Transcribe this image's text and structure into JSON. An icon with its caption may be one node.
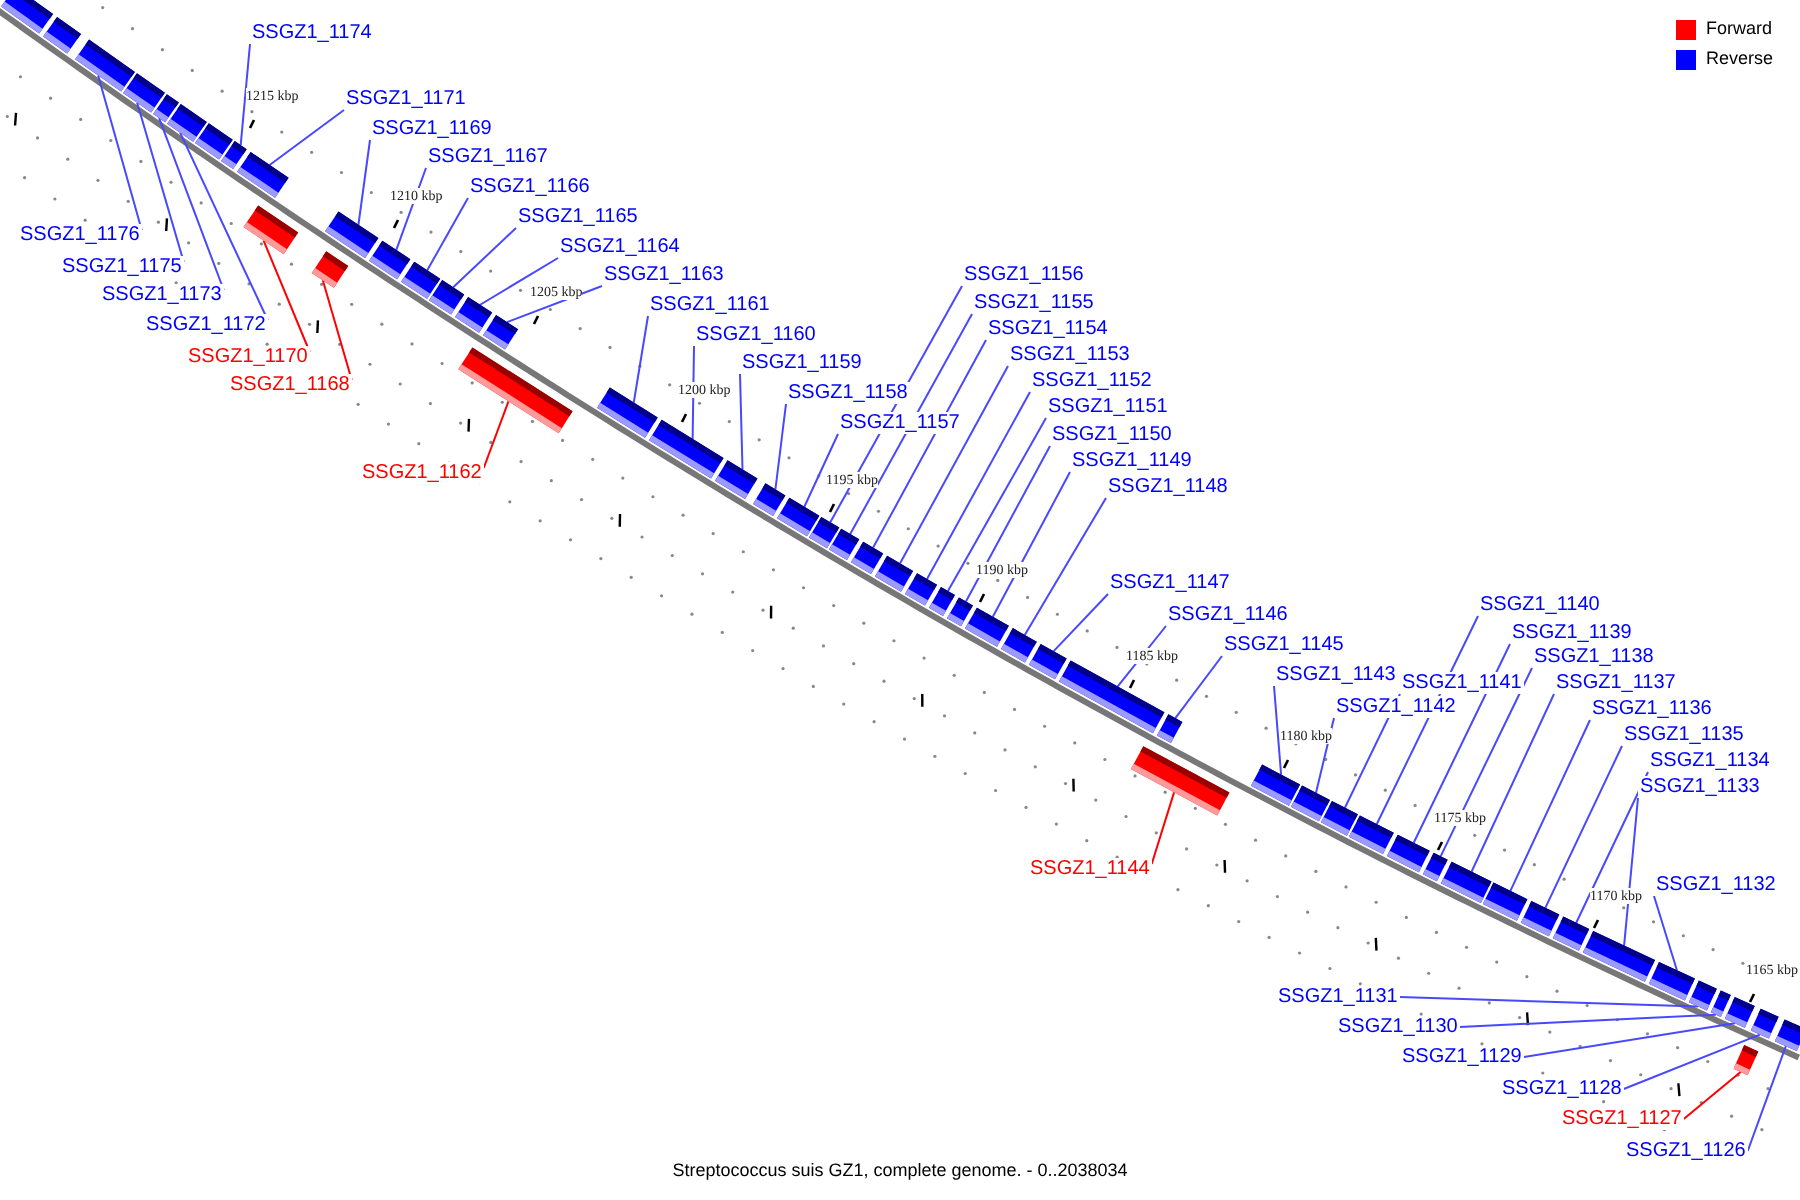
{
  "diagram": {
    "caption": "Streptococcus suis GZ1, complete genome. - 0..2038034",
    "nodes": [
      {
        "text": [
          "SSGZ1_1176"
        ]
      },
      {
        "text": [
          "SSGZ1_1175"
        ]
      },
      {
        "text": [
          "SSGZ1_1174"
        ]
      },
      {
        "text": [
          "SSGZ1_1173"
        ]
      },
      {
        "text": [
          "SSGZ1_1172"
        ]
      },
      {
        "text": [
          "SSGZ1_1171"
        ]
      },
      {
        "text": [
          "SSGZ1_1170"
        ]
      },
      {
        "text": [
          "SSGZ1_1169"
        ]
      },
      {
        "text": [
          "SSGZ1_1168"
        ]
      },
      {
        "text": [
          "SSGZ1_1167"
        ]
      },
      {
        "text": [
          "SSGZ1_1166"
        ]
      },
      {
        "text": [
          "SSGZ1_1165"
        ]
      },
      {
        "text": [
          "SSGZ1_1164"
        ]
      },
      {
        "text": [
          "SSGZ1_1163"
        ]
      },
      {
        "text": [
          "SSGZ1_1162"
        ]
      },
      {
        "text": [
          "SSGZ1_1161"
        ]
      },
      {
        "text": [
          "SSGZ1_1160"
        ]
      },
      {
        "text": [
          "SSGZ1_1159"
        ]
      },
      {
        "text": [
          "SSGZ1_1158"
        ]
      },
      {
        "text": [
          "SSGZ1_1157"
        ]
      },
      {
        "text": [
          "SSGZ1_1156"
        ]
      },
      {
        "text": [
          "SSGZ1_1155"
        ]
      },
      {
        "text": [
          "SSGZ1_1154"
        ]
      },
      {
        "text": [
          "SSGZ1_1153"
        ]
      },
      {
        "text": [
          "SSGZ1_1152"
        ]
      },
      {
        "text": [
          "SSGZ1_1151"
        ]
      },
      {
        "text": [
          "SSGZ1_1150"
        ]
      },
      {
        "text": [
          "SSGZ1_1149"
        ]
      },
      {
        "text": [
          "SSGZ1_1148"
        ]
      },
      {
        "text": [
          "SSGZ1_1147"
        ]
      },
      {
        "text": [
          "SSGZ1_1146"
        ]
      },
      {
        "text": [
          "SSGZ1_1145"
        ]
      },
      {
        "text": [
          "SSGZ1_1144"
        ]
      },
      {
        "text": [
          "SSGZ1_1143"
        ]
      },
      {
        "text": [
          "SSGZ1_1142"
        ]
      },
      {
        "text": [
          "SSGZ1_1141"
        ]
      },
      {
        "text": [
          "SSGZ1_1140"
        ]
      },
      {
        "text": [
          "SSGZ1_1139"
        ]
      },
      {
        "text": [
          "SSGZ1_1138"
        ]
      },
      {
        "text": [
          "SSGZ1_1137"
        ]
      },
      {
        "text": [
          "SSGZ1_1136"
        ]
      },
      {
        "text": [
          "SSGZ1_1135"
        ]
      },
      {
        "text": [
          "SSGZ1_1134"
        ]
      },
      {
        "text": [
          "SSGZ1_1133"
        ]
      },
      {
        "text": [
          "SSGZ1_1132"
        ]
      },
      {
        "text": [
          "SSGZ1_1131"
        ]
      },
      {
        "text": [
          "SSGZ1_1130"
        ]
      },
      {
        "text": [
          "SSGZ1_1129"
        ]
      },
      {
        "text": [
          "SSGZ1_1128"
        ]
      },
      {
        "text": [
          "SSGZ1_1127"
        ]
      },
      {
        "text": [
          "SSGZ1_1126"
        ]
      },
      {
        "text": [],
        "shape": "bar"
      },
      {
        "text": [],
        "shape": "bar"
      },
      {
        "text": [],
        "shape": "bar"
      },
      {
        "text": [],
        "shape": "bar"
      },
      {
        "text": [],
        "shape": "bar"
      },
      {
        "text": [],
        "shape": "bar"
      },
      {
        "text": [],
        "shape": "bar"
      },
      {
        "text": [],
        "shape": "bar"
      },
      {
        "text": [],
        "shape": "bar"
      },
      {
        "text": [],
        "shape": "bar"
      },
      {
        "text": [],
        "shape": "bar"
      },
      {
        "text": [],
        "shape": "bar"
      },
      {
        "text": [],
        "shape": "bar"
      },
      {
        "text": [],
        "shape": "bar"
      },
      {
        "text": [],
        "shape": "bar"
      },
      {
        "text": [],
        "shape": "bar"
      },
      {
        "text": [],
        "shape": "bar"
      },
      {
        "text": [],
        "shape": "bar"
      },
      {
        "text": [],
        "shape": "bar"
      },
      {
        "text": [],
        "shape": "bar"
      },
      {
        "text": [],
        "shape": "bar"
      },
      {
        "text": [],
        "shape": "bar"
      },
      {
        "text": [],
        "shape": "bar"
      },
      {
        "text": [],
        "shape": "bar"
      },
      {
        "text": [],
        "shape": "bar"
      },
      {
        "text": [],
        "shape": "bar"
      },
      {
        "text": [],
        "shape": "bar"
      },
      {
        "text": [],
        "shape": "bar"
      },
      {
        "text": [],
        "shape": "bar"
      },
      {
        "text": [],
        "shape": "bar"
      },
      {
        "text": [],
        "shape": "bar"
      },
      {
        "text": [],
        "shape": "bar"
      },
      {
        "text": [],
        "shape": "bar"
      },
      {
        "text": [],
        "shape": "bar"
      },
      {
        "text": [],
        "shape": "bar"
      },
      {
        "text": [],
        "shape": "bar"
      },
      {
        "text": [],
        "shape": "bar"
      },
      {
        "text": [],
        "shape": "bar"
      },
      {
        "text": [],
        "shape": "bar"
      },
      {
        "text": [],
        "shape": "bar"
      },
      {
        "text": [],
        "shape": "bar"
      },
      {
        "text": [],
        "shape": "bar"
      },
      {
        "text": [],
        "shape": "bar"
      },
      {
        "text": [],
        "shape": "bar"
      },
      {
        "text": [],
        "shape": "bar"
      },
      {
        "text": [],
        "shape": "bar"
      },
      {
        "text": [],
        "shape": "bar"
      },
      {
        "text": [],
        "shape": "bar"
      },
      {
        "text": [],
        "shape": "bar"
      },
      {
        "text": [],
        "shape": "bar"
      },
      {
        "text": [],
        "shape": "bar"
      },
      {
        "text": [],
        "shape": "bar"
      },
      {
        "text": [],
        "shape": "bar"
      },
      {
        "text": [],
        "shape": "bar"
      }
    ],
    "edges": [
      {
        "from": 0,
        "to": 53,
        "arrow": "none"
      },
      {
        "from": 1,
        "to": 54,
        "arrow": "none"
      },
      {
        "from": 2,
        "to": 58,
        "arrow": "none"
      },
      {
        "from": 3,
        "to": 55,
        "arrow": "none"
      },
      {
        "from": 4,
        "to": 56,
        "arrow": "none"
      },
      {
        "from": 5,
        "to": 59,
        "arrow": "none"
      },
      {
        "from": 6,
        "to": 60,
        "arrow": "none",
        "color": "#ff0000"
      },
      {
        "from": 7,
        "to": 61,
        "arrow": "none"
      },
      {
        "from": 8,
        "to": 62,
        "arrow": "none",
        "color": "#ff0000"
      },
      {
        "from": 9,
        "to": 63,
        "arrow": "none"
      },
      {
        "from": 10,
        "to": 64,
        "arrow": "none"
      },
      {
        "from": 11,
        "to": 65,
        "arrow": "none"
      },
      {
        "from": 12,
        "to": 66,
        "arrow": "none"
      },
      {
        "from": 13,
        "to": 67,
        "arrow": "none"
      },
      {
        "from": 14,
        "to": 68,
        "arrow": "none",
        "color": "#ff0000"
      },
      {
        "from": 15,
        "to": 69,
        "arrow": "none"
      },
      {
        "from": 16,
        "to": 70,
        "arrow": "none"
      },
      {
        "from": 17,
        "to": 71,
        "arrow": "none"
      },
      {
        "from": 18,
        "to": 72,
        "arrow": "none"
      },
      {
        "from": 19,
        "to": 73,
        "arrow": "none"
      },
      {
        "from": 20,
        "to": 74,
        "arrow": "none"
      },
      {
        "from": 21,
        "to": 75,
        "arrow": "none"
      },
      {
        "from": 22,
        "to": 76,
        "arrow": "none"
      },
      {
        "from": 23,
        "to": 77,
        "arrow": "none"
      },
      {
        "from": 24,
        "to": 78,
        "arrow": "none"
      },
      {
        "from": 25,
        "to": 79,
        "arrow": "none"
      },
      {
        "from": 26,
        "to": 80,
        "arrow": "none"
      },
      {
        "from": 27,
        "to": 81,
        "arrow": "none"
      },
      {
        "from": 28,
        "to": 82,
        "arrow": "none"
      },
      {
        "from": 29,
        "to": 83,
        "arrow": "none"
      },
      {
        "from": 30,
        "to": 84,
        "arrow": "none"
      },
      {
        "from": 31,
        "to": 85,
        "arrow": "none"
      },
      {
        "from": 32,
        "to": 86,
        "arrow": "none",
        "color": "#ff0000"
      },
      {
        "from": 33,
        "to": 87,
        "arrow": "none"
      },
      {
        "from": 34,
        "to": 88,
        "arrow": "none"
      },
      {
        "from": 35,
        "to": 89,
        "arrow": "none"
      },
      {
        "from": 36,
        "to": 90,
        "arrow": "none"
      },
      {
        "from": 37,
        "to": 91,
        "arrow": "none"
      },
      {
        "from": 38,
        "to": 92,
        "arrow": "none"
      },
      {
        "from": 39,
        "to": 93,
        "arrow": "none"
      },
      {
        "from": 40,
        "to": 94,
        "arrow": "none"
      },
      {
        "from": 41,
        "to": 95,
        "arrow": "none"
      },
      {
        "from": 42,
        "to": 96,
        "arrow": "none"
      },
      {
        "from": 43,
        "to": 97,
        "arrow": "none"
      },
      {
        "from": 44,
        "to": 98,
        "arrow": "none"
      },
      {
        "from": 45,
        "to": 99,
        "arrow": "none"
      },
      {
        "from": 46,
        "to": 100,
        "arrow": "none"
      },
      {
        "from": 47,
        "to": 101,
        "arrow": "none"
      },
      {
        "from": 48,
        "to": 102,
        "arrow": "none"
      },
      {
        "from": 49,
        "to": 103,
        "arrow": "none",
        "color": "#ff0000"
      },
      {
        "from": 50,
        "to": 104,
        "arrow": "none"
      }
    ],
    "labels": [
      "1215 kbp",
      "1210 kbp",
      "1205 kbp",
      "1200 kbp",
      "1195 kbp",
      "1190 kbp",
      "1185 kbp",
      "1180 kbp",
      "1175 kbp",
      "1170 kbp",
      "1165 kbp"
    ],
    "legend": [
      {
        "text": "Forward",
        "color": "#ff0000"
      },
      {
        "text": "Reverse",
        "color": "#0000ff"
      }
    ]
  }
}
